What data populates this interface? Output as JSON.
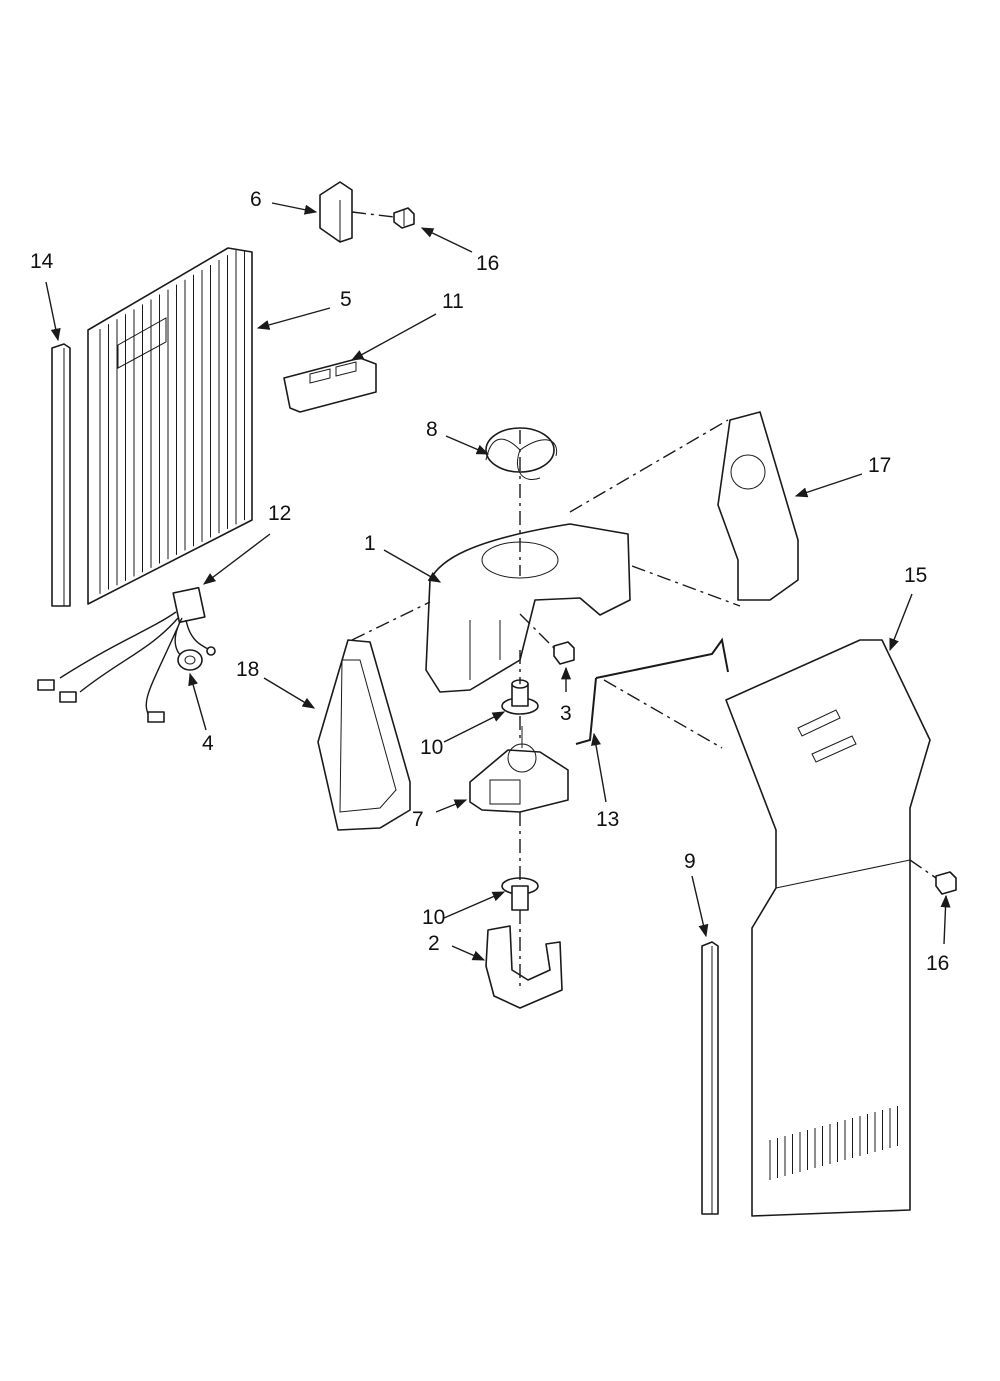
{
  "callouts": {
    "c1": "1",
    "c2": "2",
    "c3": "3",
    "c4": "4",
    "c5": "5",
    "c6": "6",
    "c7": "7",
    "c8": "8",
    "c9": "9",
    "c10a": "10",
    "c10b": "10",
    "c11": "11",
    "c12": "12",
    "c13": "13",
    "c14": "14",
    "c15": "15",
    "c16a": "16",
    "c16b": "16",
    "c17": "17",
    "c18": "18"
  },
  "colors": {
    "line": "#1a1a1a",
    "background": "#ffffff"
  }
}
